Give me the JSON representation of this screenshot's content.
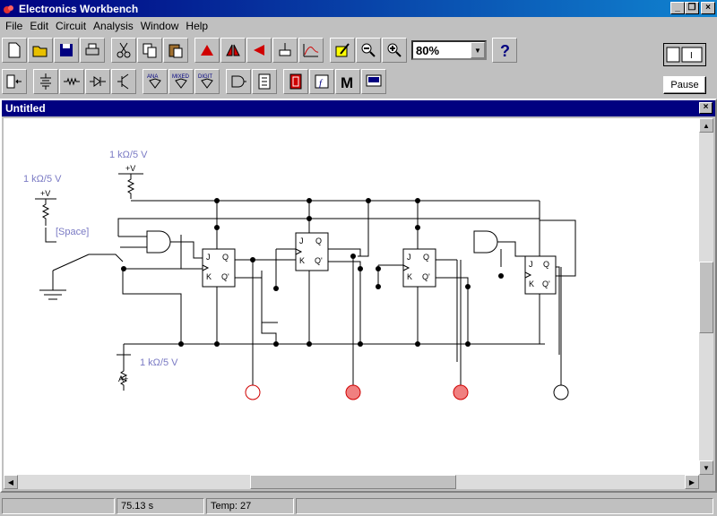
{
  "app": {
    "title": "Electronics Workbench"
  },
  "menu": [
    "File",
    "Edit",
    "Circuit",
    "Analysis",
    "Window",
    "Help"
  ],
  "toolbar1": {
    "icons": [
      "new-file-icon",
      "open-file-icon",
      "save-icon",
      "print-icon",
      "cut-icon",
      "copy-icon",
      "paste-icon",
      "rotate-icon",
      "flip-horizontal-icon",
      "flip-vertical-icon",
      "subcircuit-icon",
      "graph-icon",
      "component-properties-icon",
      "zoom-out-icon",
      "zoom-in-icon",
      "help-icon"
    ],
    "zoom": "80%"
  },
  "toolbar2": {
    "labels": {
      "analog": "ANA",
      "mixed": "MIXED",
      "digital": "DIGIT"
    },
    "icons": [
      "parts-bin-icon",
      "sources-icon",
      "basic-icon",
      "diodes-icon",
      "transistors-icon",
      "analog-ics-icon",
      "mixed-ics-icon",
      "digital-ics-icon",
      "logic-gates-icon",
      "digital-blocks-icon",
      "indicators-icon",
      "controls-icon",
      "miscellaneous-icon",
      "instruments-icon"
    ],
    "misc_letter": "M"
  },
  "controls": {
    "power_label": "I",
    "pause_label": "Pause"
  },
  "document": {
    "title": "Untitled"
  },
  "circuit": {
    "source_labels": [
      "1 kΩ/5 V",
      "1 kΩ/5 V",
      "1 kΩ/5 V"
    ],
    "vcc_labels": [
      "+V",
      "+V"
    ],
    "ground_label": "A+",
    "switch_key": "[Space]",
    "ff_pins": {
      "j": "J",
      "k": "K",
      "q": "Q",
      "qn": "Q'"
    },
    "led_colors": [
      "#ffffff",
      "#f08080",
      "#f08080",
      "#ffffff"
    ]
  },
  "status": {
    "cell1": "",
    "time": "75.13 s",
    "temp": "Temp:  27",
    "cell4": ""
  }
}
